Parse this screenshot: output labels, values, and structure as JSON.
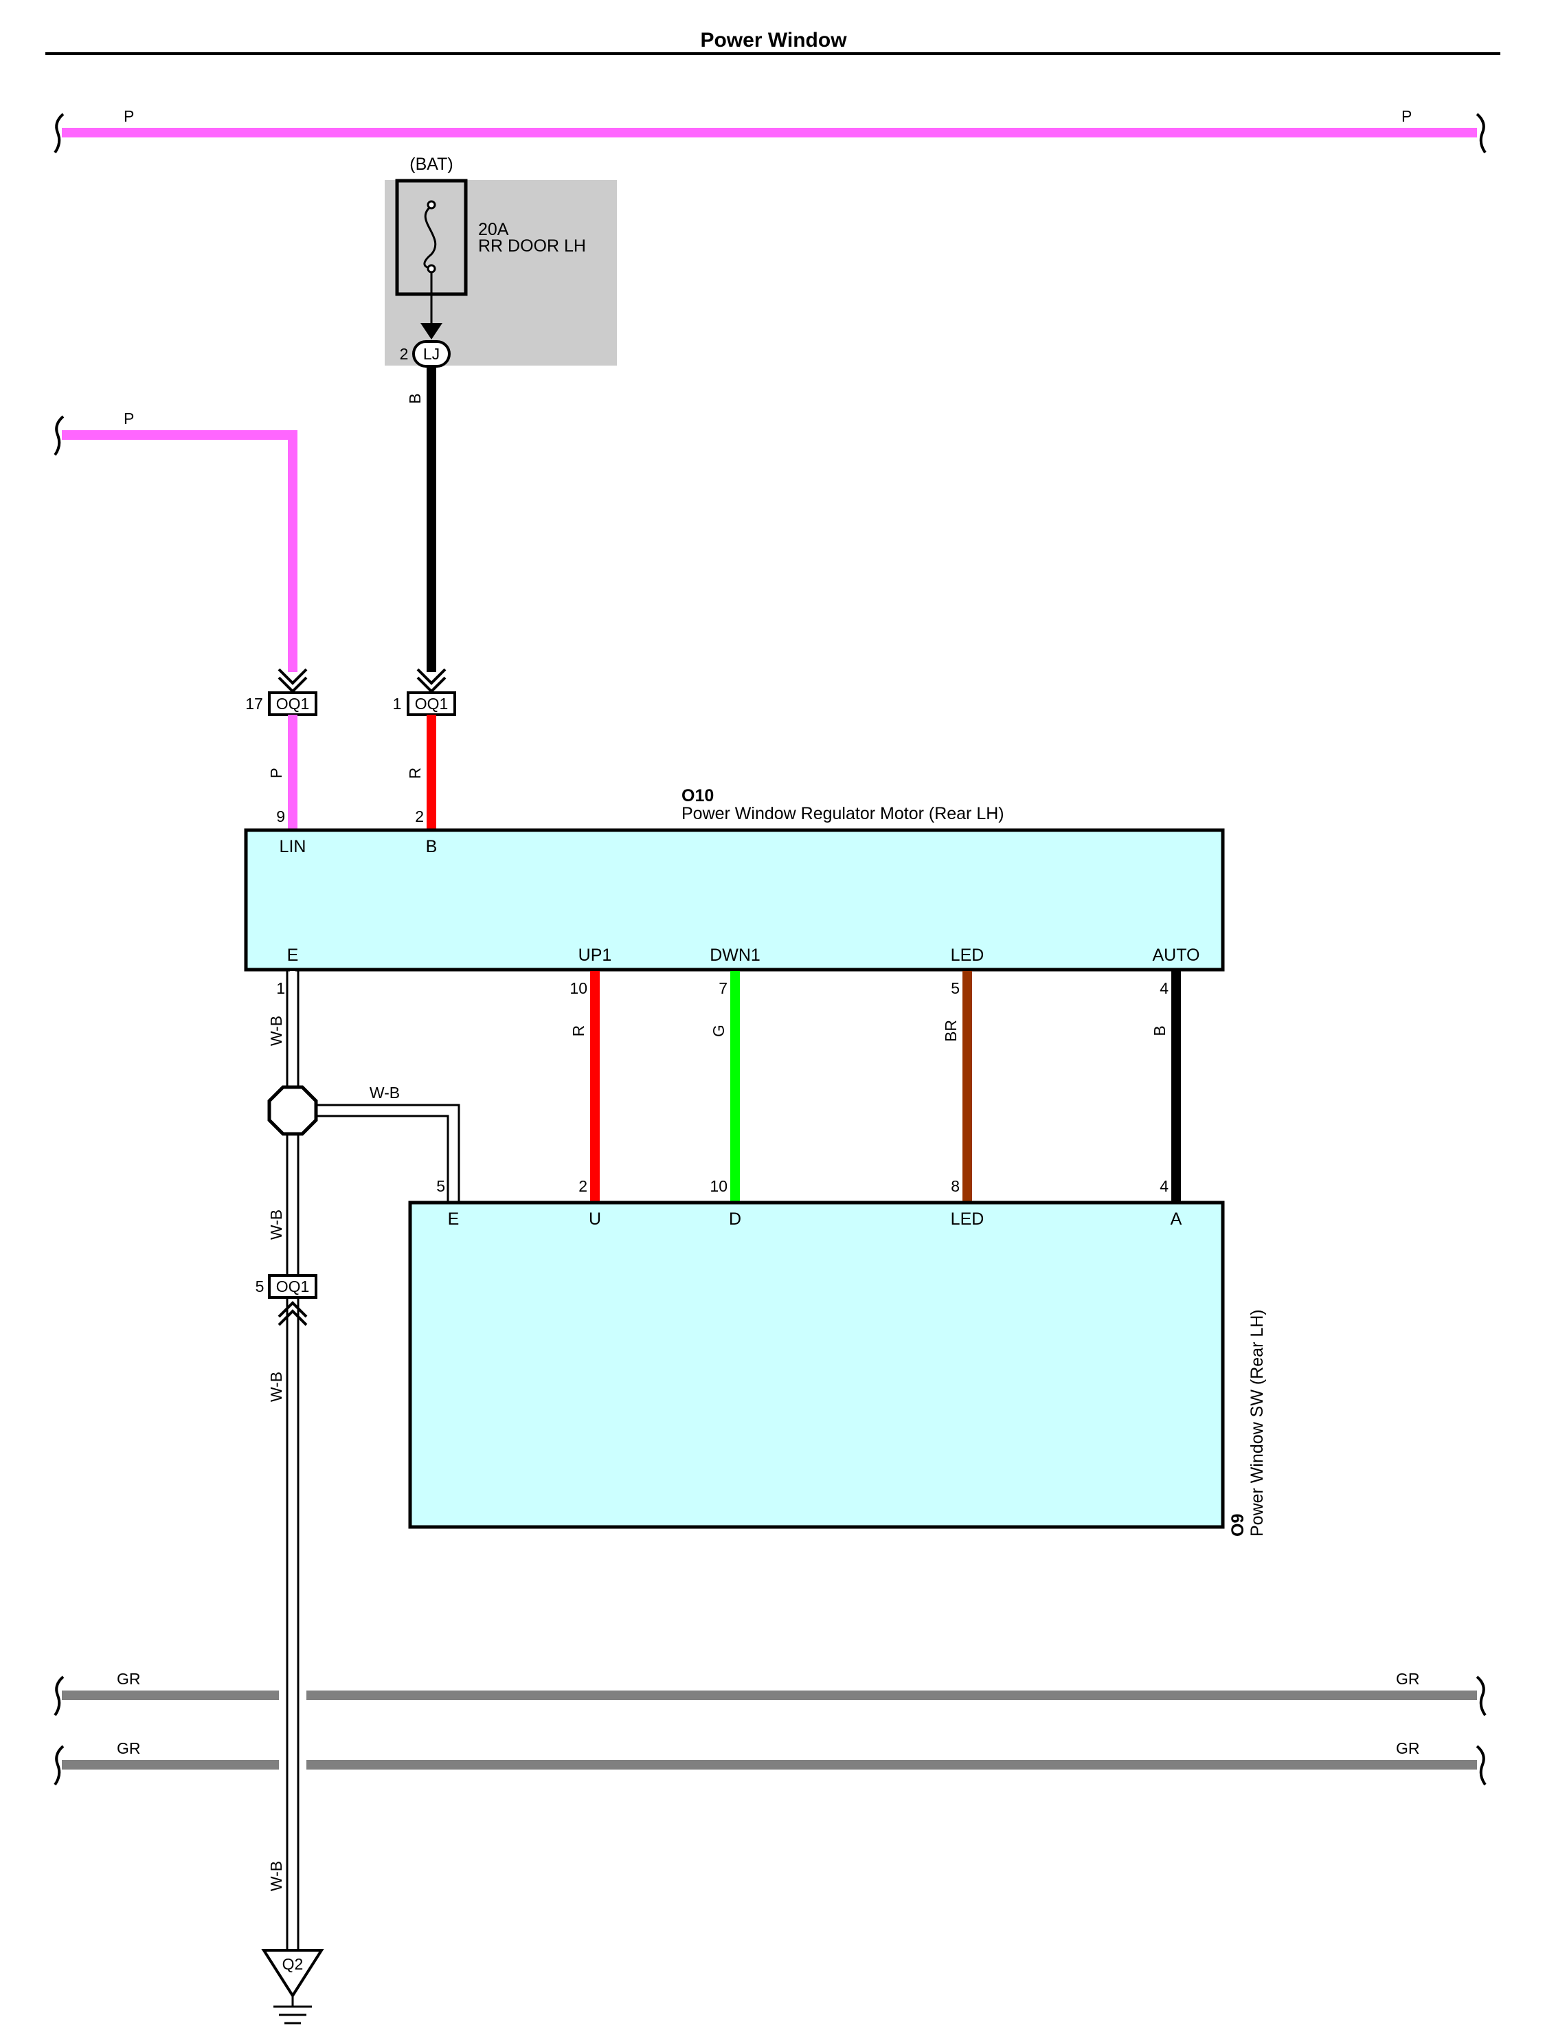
{
  "title": "Power Window",
  "colors": {
    "pink": "#ff66ff",
    "black": "#000000",
    "red": "#ff0000",
    "green": "#00ff00",
    "brown": "#993300",
    "gray": "#808080",
    "box_fill": "#ccffff",
    "fuse_box_fill": "#cccccc"
  },
  "bus_lines": {
    "top_left_label": "P",
    "top_right_label": "P",
    "gr1_left_label": "GR",
    "gr1_right_label": "GR",
    "gr2_left_label": "GR",
    "gr2_right_label": "GR"
  },
  "feed_line": {
    "label": "P"
  },
  "fuse": {
    "source": "(BAT)",
    "rating": "20A",
    "name": "RR DOOR LH",
    "connector": "LJ",
    "connector_pin": "2",
    "wire_color": "B"
  },
  "connectors": {
    "oq1_top_left": {
      "name": "OQ1",
      "pin": "17"
    },
    "oq1_top_right": {
      "name": "OQ1",
      "pin": "1"
    },
    "oq1_bottom": {
      "name": "OQ1",
      "pin": "5"
    }
  },
  "motor": {
    "id": "O10",
    "name": "Power Window Regulator Motor (Rear LH)",
    "top_pins": [
      {
        "pin": "9",
        "term": "LIN",
        "wire": "P"
      },
      {
        "pin": "2",
        "term": "B",
        "wire": "R"
      }
    ],
    "bottom_pins": [
      {
        "pin": "1",
        "term": "E",
        "wire": "W-B"
      },
      {
        "pin": "10",
        "term": "UP1",
        "wire": "R"
      },
      {
        "pin": "7",
        "term": "DWN1",
        "wire": "G"
      },
      {
        "pin": "5",
        "term": "LED",
        "wire": "BR"
      },
      {
        "pin": "4",
        "term": "AUTO",
        "wire": "B"
      }
    ]
  },
  "switch": {
    "id": "O9",
    "name": "Power Window SW (Rear LH)",
    "top_pins": [
      {
        "pin": "5",
        "term": "E"
      },
      {
        "pin": "2",
        "term": "U"
      },
      {
        "pin": "10",
        "term": "D"
      },
      {
        "pin": "8",
        "term": "LED"
      },
      {
        "pin": "4",
        "term": "A"
      }
    ]
  },
  "ground_wires": {
    "splice_branch": "W-B",
    "below_splice": "W-B",
    "below_oq1": "W-B",
    "bottom": "W-B"
  },
  "ground": {
    "name": "Q2"
  }
}
